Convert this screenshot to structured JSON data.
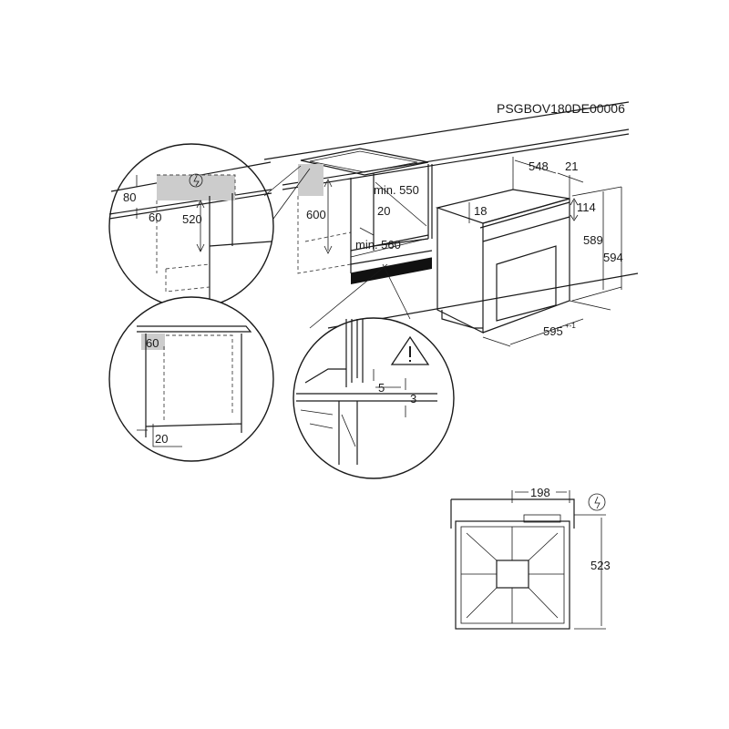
{
  "diagram_code": "PSGBOV180DE00006",
  "detail_worktop": {
    "icon": "electrical-connection-icon",
    "height_80": "80",
    "depth_60": "60",
    "height_520": "520"
  },
  "cabinet": {
    "height_600": "600",
    "min_550": "min. 550",
    "gap_20": "20",
    "min_560": "min. 560"
  },
  "oven": {
    "depth_548": "548",
    "front_21": "21",
    "panel_114": "114",
    "top_18": "18",
    "height_589": "589",
    "height_594": "594",
    "width_595": "595",
    "width_tolerance": "+-1"
  },
  "detail_side": {
    "depth_60": "60",
    "gap_20": "20"
  },
  "detail_floor": {
    "icon": "warning-icon",
    "gap_5": "5",
    "gap_3": "3"
  },
  "bottom_view": {
    "icon": "electrical-connection-icon",
    "width_198": "198",
    "height_523": "523"
  }
}
